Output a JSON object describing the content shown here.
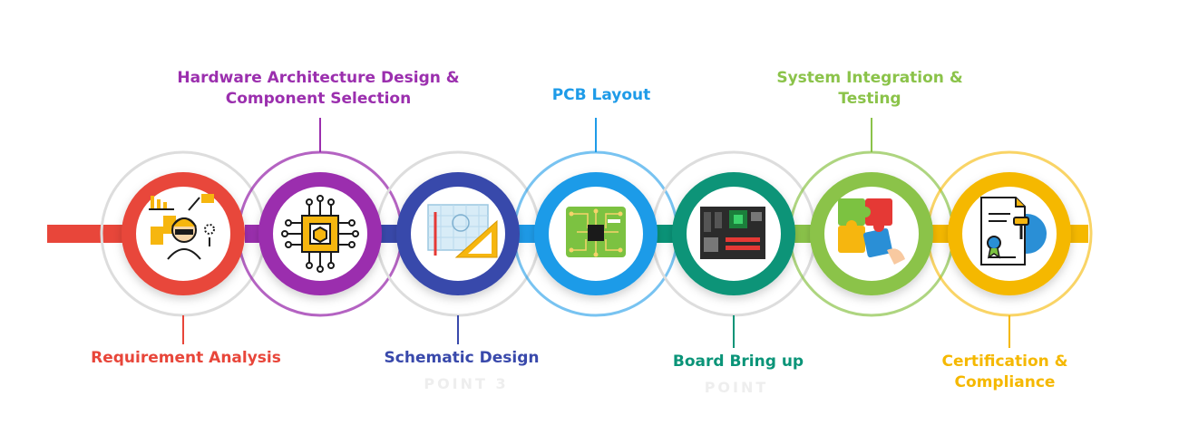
{
  "steps": [
    {
      "id": "requirement",
      "lines": [
        "Requirement Analysis"
      ],
      "color": "#e8463a",
      "icon": "analyst-icon",
      "ghost": ""
    },
    {
      "id": "architecture",
      "lines": [
        "Hardware Architecture Design &",
        "Component Selection"
      ],
      "color": "#9b2fae",
      "icon": "chip-icon",
      "ghost": ""
    },
    {
      "id": "schematic",
      "lines": [
        "Schematic Design"
      ],
      "color": "#3949ab",
      "icon": "blueprint-icon",
      "ghost": "POINT 3"
    },
    {
      "id": "pcb",
      "lines": [
        "PCB Layout"
      ],
      "color": "#1e9be8",
      "icon": "pcb-icon",
      "ghost": ""
    },
    {
      "id": "bringup",
      "lines": [
        "Board Bring up"
      ],
      "color": "#0a9478",
      "icon": "motherboard-icon",
      "ghost": "POINT"
    },
    {
      "id": "integration",
      "lines": [
        "System Integration &",
        "Testing"
      ],
      "color": "#8bc34a",
      "icon": "puzzle-icon",
      "ghost": ""
    },
    {
      "id": "certification",
      "lines": [
        "Certification &",
        "Compliance"
      ],
      "color": "#f5b800",
      "icon": "certificate-icon",
      "ghost": ""
    }
  ]
}
